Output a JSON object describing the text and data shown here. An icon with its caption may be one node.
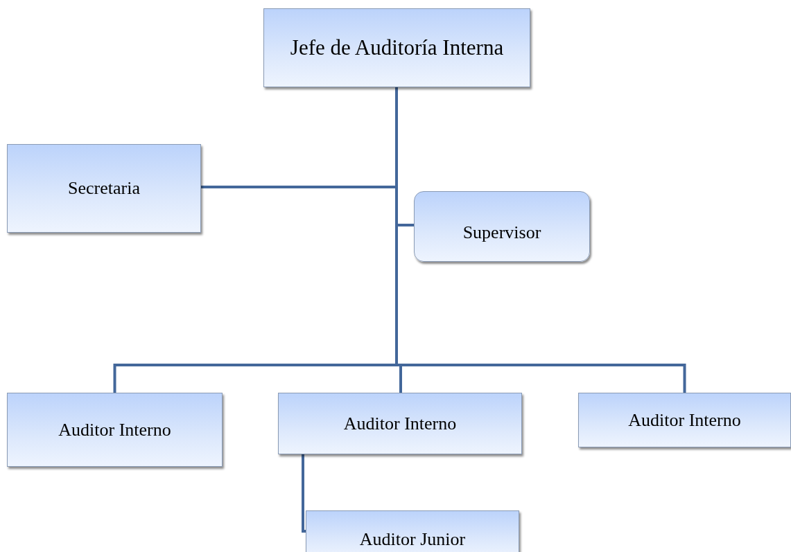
{
  "diagram": {
    "nodes": [
      {
        "text": [
          "Jefe de Auditoría Interna"
        ]
      },
      {
        "text": [
          "Secretaria"
        ]
      },
      {
        "text": [
          "Supervisor"
        ]
      },
      {
        "text": [
          "Auditor Interno"
        ]
      },
      {
        "text": [
          "Auditor Interno"
        ]
      },
      {
        "text": [
          "Auditor Interno"
        ]
      },
      {
        "text": [
          "Auditor Junior"
        ]
      }
    ],
    "edges": [
      {
        "from": 0,
        "to": 1,
        "arrow": "none"
      },
      {
        "from": 0,
        "to": 2,
        "arrow": "none"
      },
      {
        "from": 0,
        "to": 3,
        "arrow": "none"
      },
      {
        "from": 0,
        "to": 4,
        "arrow": "none"
      },
      {
        "from": 0,
        "to": 5,
        "arrow": "none"
      },
      {
        "from": 4,
        "to": 6,
        "arrow": "none"
      }
    ]
  }
}
